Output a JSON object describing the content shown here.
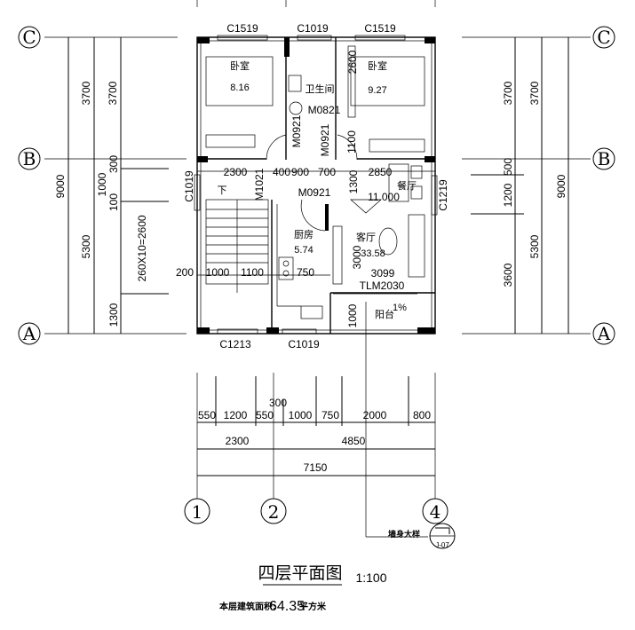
{
  "axes": {
    "rows": [
      "C",
      "B",
      "A"
    ],
    "cols": [
      "1",
      "2",
      "4"
    ]
  },
  "windows": {
    "top": [
      "C1519",
      "C1019",
      "C1519"
    ],
    "left": "C1019",
    "right": "C1219",
    "bottom": [
      "C1213",
      "C1019"
    ]
  },
  "rooms": {
    "bedroom_left": {
      "name": "卧室",
      "area": "8.16"
    },
    "bedroom_right": {
      "name": "卧室",
      "area": "9.27"
    },
    "bathroom": {
      "name": "卫生间"
    },
    "dining": {
      "name": "餐厅"
    },
    "kitchen": {
      "name": "厨房",
      "area": "5.74"
    },
    "living": {
      "name": "客厅",
      "area": "33.58"
    },
    "balcony": {
      "name": "阳台",
      "slope": "1%"
    },
    "stair_down": "下"
  },
  "doors": {
    "bath": "M0821",
    "d1": "M0921",
    "d2": "M0921",
    "d3": "M1021",
    "d4": "M0921",
    "sliding": "TLM2030"
  },
  "inner_dims": {
    "d2600": "2600",
    "d1100": "1100",
    "d2300": "2300",
    "d400": "400",
    "d900": "900",
    "d700": "700",
    "d1300": "1300",
    "d2850": "2850",
    "elev": "11.000",
    "d1000a": "1000",
    "d1100b": "1100",
    "d750": "750",
    "d200": "200",
    "d3000": "3000",
    "d3099": "3099",
    "d1000b": "1000"
  },
  "left_dims": {
    "total": "9000",
    "c_b_outer": "3700",
    "c_b_inner": "3700",
    "b_a": "5300",
    "d1000": "1000",
    "d300": "300",
    "d100": "100",
    "stair": "260X10=2600",
    "d1300": "1300"
  },
  "right_dims": {
    "c_b_1": "3700",
    "c_b_2": "3700",
    "d500": "500",
    "d1200": "1200",
    "d3600": "3600",
    "b_a": "5300",
    "total": "9000"
  },
  "bottom_dims": {
    "row1": [
      "550",
      "1200",
      "550",
      "300",
      "1000",
      "750",
      "2000",
      "800"
    ],
    "row2": [
      "2300",
      "4850"
    ],
    "total": "7150"
  },
  "detail": {
    "label": "墙身大样",
    "ref": "J-07"
  },
  "title": {
    "name": "四层平面图",
    "scale": "1:100",
    "area_label": "本层建筑面积:",
    "area_value": "64.35",
    "area_unit": "平方米"
  }
}
